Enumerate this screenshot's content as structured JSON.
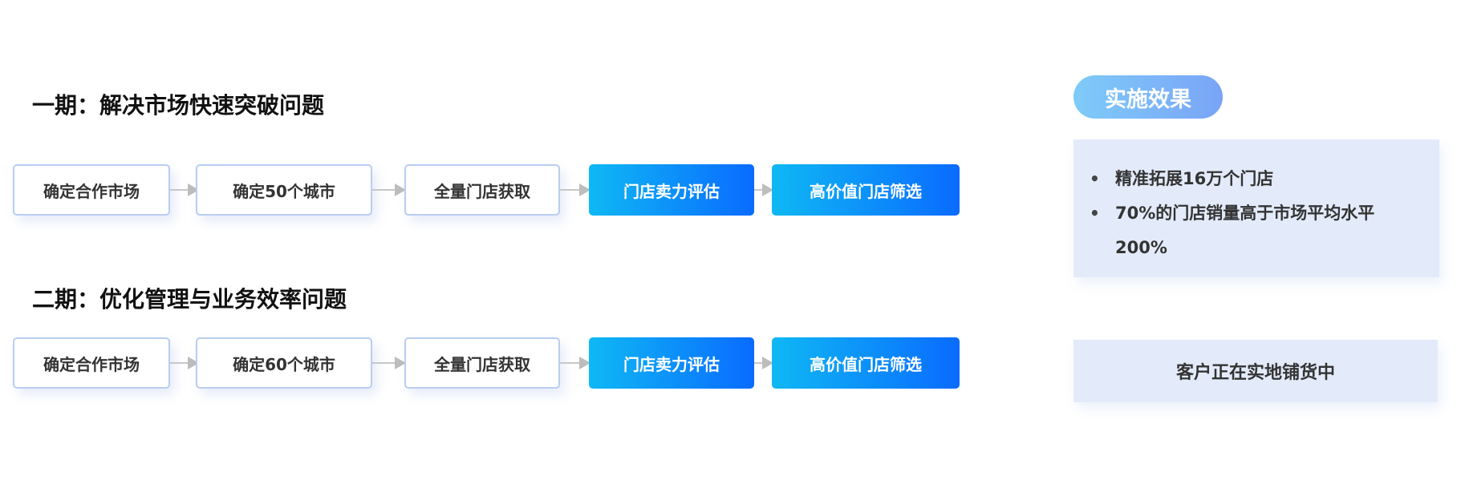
{
  "phases": [
    {
      "title": "一期：解决市场快速突破问题",
      "steps": [
        {
          "label": "确定合作市场",
          "highlight": false
        },
        {
          "label": "确定50个城市",
          "highlight": false
        },
        {
          "label": "全量门店获取",
          "highlight": false
        },
        {
          "label": "门店卖力评估",
          "highlight": true
        },
        {
          "label": "高价值门店筛选",
          "highlight": true
        }
      ]
    },
    {
      "title": "二期：优化管理与业务效率问题",
      "steps": [
        {
          "label": "确定合作市场",
          "highlight": false
        },
        {
          "label": "确定60个城市",
          "highlight": false
        },
        {
          "label": "全量门店获取",
          "highlight": false
        },
        {
          "label": "门店卖力评估",
          "highlight": true
        },
        {
          "label": "高价值门店筛选",
          "highlight": true
        }
      ]
    }
  ],
  "effect": {
    "badge": "实施效果",
    "items": [
      {
        "text": "精准拓展16万个门店"
      },
      {
        "text": "70%的门店销量高于市场平均水平200%"
      }
    ]
  },
  "status": {
    "text": "客户正在实地铺货中"
  },
  "colors": {
    "highlight_start": "#0fb8f4",
    "highlight_end": "#0a6bff",
    "panel_bg": "#e3ebfa",
    "box_border": "#b9cdf3"
  }
}
